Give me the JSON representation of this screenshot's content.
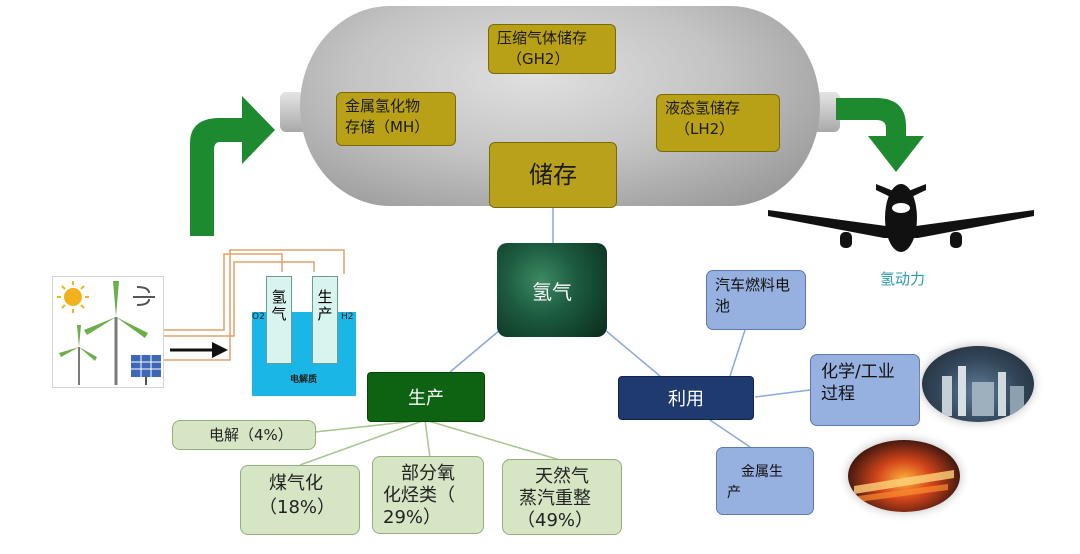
{
  "storage": {
    "center": "储存",
    "compressed_gas": [
      "压缩气体储存",
      "（GH2）"
    ],
    "metal_hydride": [
      "金属氢化物",
      "存储（MH）"
    ],
    "liquid": [
      "液态氢储存",
      "（LH2）"
    ]
  },
  "hydrogen": {
    "core": "氢气",
    "power_label": "氢动力"
  },
  "production": {
    "hub": "生产",
    "electrolysis": "电解（4%）",
    "coal_gasification": [
      "煤气化",
      "（18%）"
    ],
    "partial_oxidation": [
      "部分氧",
      "化烃类（",
      "29%）"
    ],
    "steam_reforming": [
      "天然气",
      "蒸汽重整",
      "（49%）"
    ]
  },
  "utilization": {
    "hub": "利用",
    "fuel_cell_car": [
      "汽车燃料电",
      "池"
    ],
    "chemical_industry": [
      "化学/工业",
      "过程"
    ],
    "metal_production": [
      "金属生",
      "产"
    ]
  },
  "electrolyzer": {
    "left_tube": [
      "氢",
      "气"
    ],
    "right_tube": [
      "生",
      "产"
    ],
    "o2": "O2",
    "h2": "H2",
    "electrolyte": "电解质"
  },
  "colors": {
    "arrow_green": "#1e8a2f",
    "gold_box": "#b8a017",
    "blue_box": "#96b1e0",
    "green_box": "#d6e5c4",
    "production_hub": "#0e6312",
    "utilization_hub": "#1e3a6e",
    "connector_blue": "#8aa8d8",
    "connector_gold": "#c9a448",
    "connector_green": "#a8c490"
  },
  "icons": [
    "sun-icon",
    "wind-turbine-icon",
    "wind-icon",
    "solar-panel-icon",
    "airplane-icon",
    "factory-photo",
    "steel-mill-photo"
  ]
}
